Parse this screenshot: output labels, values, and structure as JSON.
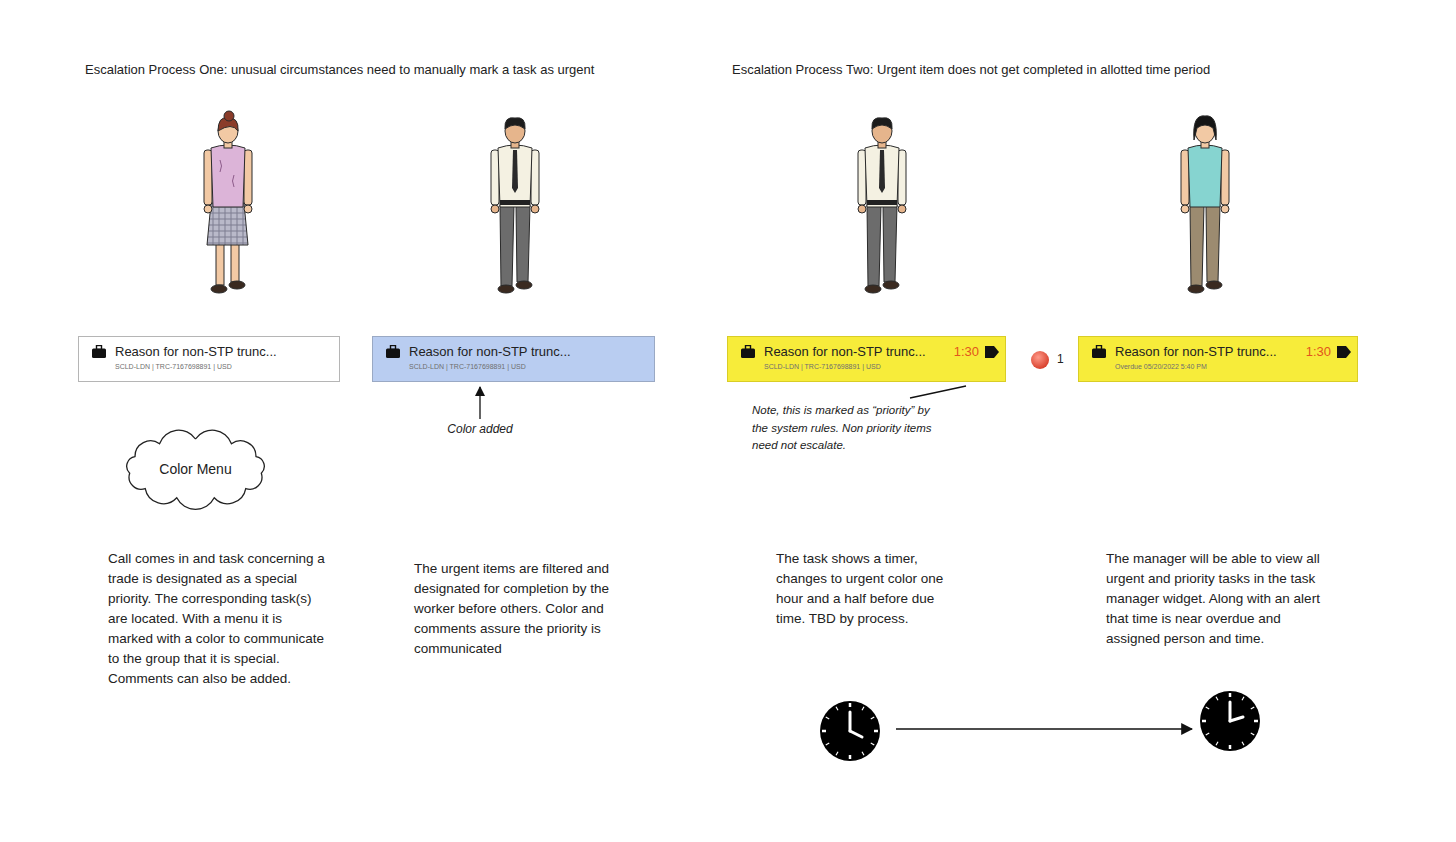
{
  "diagram": {
    "nodes": [
      {
        "text": [
          "Reason for non-STP trunc...",
          "SCLD-LDN | TRC-7167698891 | USD"
        ]
      },
      {
        "text": [
          "Reason for non-STP trunc...",
          "SCLD-LDN | TRC-7167698891 | USD"
        ]
      },
      {
        "text": [
          "Reason for non-STP trunc...",
          "1:30",
          "SCLD-LDN | TRC-7167698891 | USD"
        ]
      },
      {
        "text": [
          "Reason for non-STP trunc...",
          "1:30",
          "Overdue 05/20/2022 5:40 PM"
        ]
      },
      {
        "text": [
          "Color Menu"
        ]
      }
    ],
    "labels": [
      "Escalation Process One: unusual circumstances need to manually mark a task as urgent",
      "Escalation Process Two: Urgent item does not get completed in allotted time period",
      "Color added",
      "Note, this is marked as “priority” by the system rules. Non priority items need not escalate.",
      "1",
      "Call comes in and task concerning a trade is designated as a special priority. The corresponding task(s) are located. With a menu it is marked with a color to communicate to the group that it is special. Comments can also be added.",
      "The urgent items are filtered and designated for completion by the worker before others. Color and comments assure the priority is communicated",
      "The task shows a timer, changes to urgent color one hour and a half before due time. TBD by process.",
      "The manager will be able to view all urgent and priority tasks in the task manager widget. Along with an alert that time is near overdue and assigned person and time."
    ]
  }
}
